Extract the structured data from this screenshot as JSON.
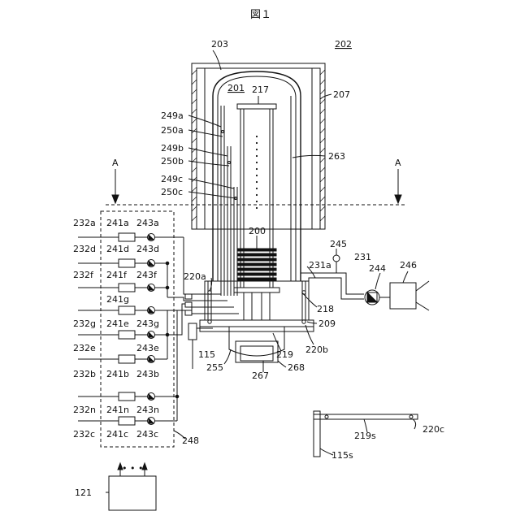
{
  "figure_title": "図１",
  "labels": {
    "l203": "203",
    "l202": "202",
    "l201": "201",
    "l217": "217",
    "l207": "207",
    "l249a": "249a",
    "l250a": "250a",
    "l249b": "249b",
    "l250b": "250b",
    "l249c": "249c",
    "l250c": "250c",
    "l263": "263",
    "lA1": "A",
    "lA2": "A",
    "l232a": "232a",
    "l241a": "241a",
    "l243a": "243a",
    "l232d": "232d",
    "l241d": "241d",
    "l243d": "243d",
    "l232f": "232f",
    "l241f": "241f",
    "l243f": "243f",
    "l200": "200",
    "l245": "245",
    "l231": "231",
    "l231a": "231a",
    "l244": "244",
    "l246": "246",
    "l220a": "220a",
    "l218": "218",
    "l209": "209",
    "l232g": "232g",
    "l241g": "241g",
    "l243g": "243g",
    "l232e": "232e",
    "l241e": "241e",
    "l243e": "243e",
    "l115": "115",
    "l219": "219",
    "l220b": "220b",
    "l255": "255",
    "l232b": "232b",
    "l241b": "241b",
    "l243b": "243b",
    "l267": "267",
    "l268": "268",
    "l232n": "232n",
    "l241n": "241n",
    "l243n": "243n",
    "l219s": "219s",
    "l220c": "220c",
    "l232c": "232c",
    "l241c": "241c",
    "l243c": "243c",
    "l248": "248",
    "l115s": "115s",
    "l121": "121",
    "dots": "• • •"
  }
}
